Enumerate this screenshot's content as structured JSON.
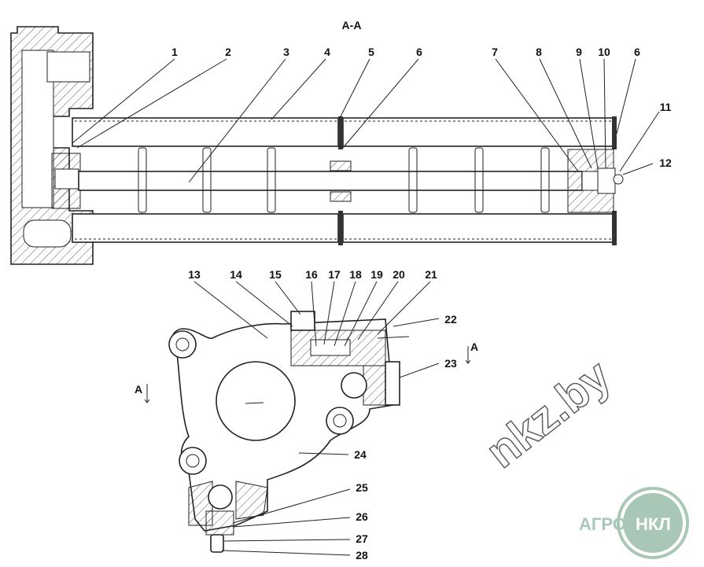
{
  "section_title": "A-A",
  "section_marks": [
    "A",
    "A"
  ],
  "callouts": {
    "top": [
      "1",
      "2",
      "3",
      "4",
      "5",
      "6",
      "7",
      "8",
      "9",
      "10",
      "6",
      "11",
      "12"
    ],
    "bottom": [
      "13",
      "14",
      "15",
      "16",
      "17",
      "18",
      "19",
      "20",
      "21",
      "22",
      "23",
      "24",
      "25",
      "26",
      "27",
      "28"
    ]
  },
  "watermark": "nkz.by",
  "logo": {
    "left": "АГРО",
    "right": "НКЛ",
    "color": "#a9c7b6"
  }
}
